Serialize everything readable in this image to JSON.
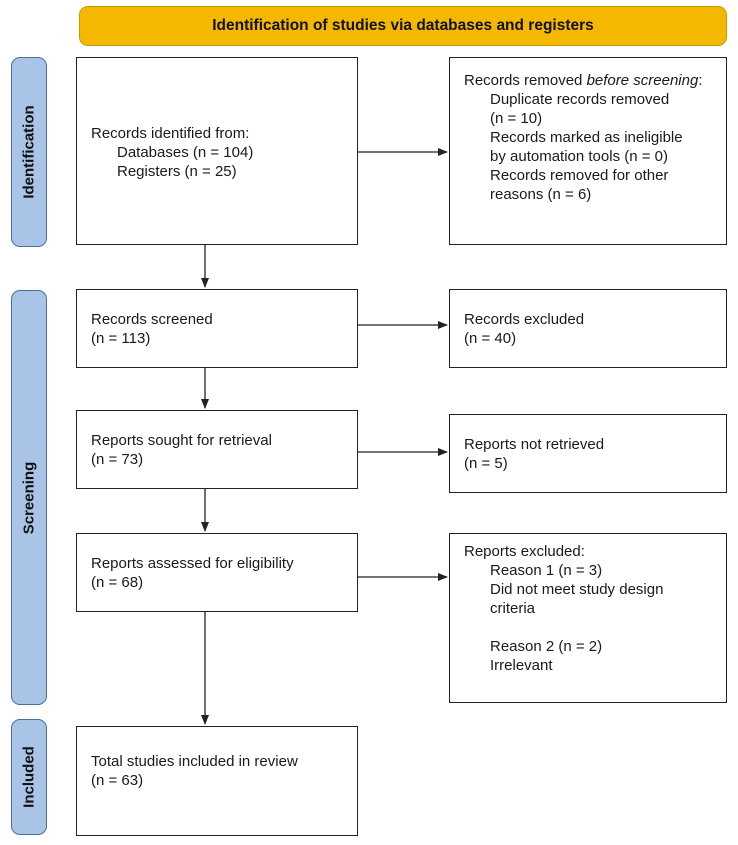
{
  "header": {
    "title": "Identification of studies via databases and registers"
  },
  "phases": {
    "identification": "Identification",
    "screening": "Screening",
    "included": "Included"
  },
  "boxes": {
    "records_identified": {
      "line1": "Records identified from:",
      "line2": "Databases (n = 104)",
      "line3": "Registers (n = 25)"
    },
    "records_removed": {
      "title_plain": "Records removed ",
      "title_italic": "before screening",
      "title_colon": ":",
      "line1": "Duplicate records removed",
      "line2": "(n = 10)",
      "line3": "Records marked as ineligible",
      "line4": "by automation tools (n = 0)",
      "line5": "Records removed for other",
      "line6": "reasons (n = 6)"
    },
    "records_screened": {
      "line1": "Records screened",
      "line2": "(n = 113)"
    },
    "records_excluded": {
      "line1": "Records excluded",
      "line2": "(n = 40)"
    },
    "reports_sought": {
      "line1": "Reports sought for retrieval",
      "line2": "(n = 73)"
    },
    "reports_not_retrieved": {
      "line1": "Reports not retrieved",
      "line2": "(n = 5)"
    },
    "reports_assessed": {
      "line1": "Reports assessed for eligibility",
      "line2": "(n = 68)"
    },
    "reports_excluded": {
      "line1": "Reports excluded:",
      "line2": "Reason 1 (n = 3)",
      "line3": "Did not meet study design",
      "line4": "criteria",
      "line5": "Reason 2 (n = 2)",
      "line6": "Irrelevant"
    },
    "total_included": {
      "line1": "Total studies included in review",
      "line2": "(n = 63)"
    }
  },
  "colors": {
    "header_fill": "#f5b800",
    "phase_fill": "#a9c4e6",
    "phase_border": "#4a6f9c"
  }
}
